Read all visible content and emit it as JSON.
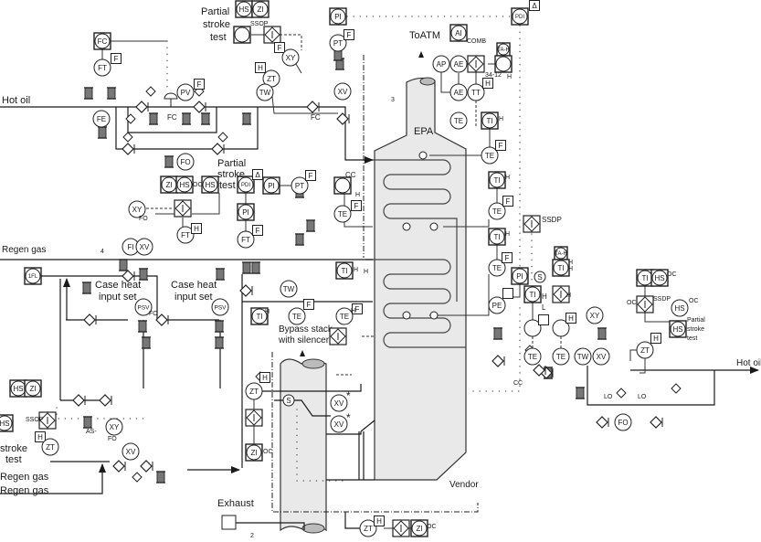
{
  "diagram": {
    "vessel_label": "EPA",
    "vendor_label": "Vendor",
    "stack_label_line1": "Bypass stack",
    "stack_label_line2": "with silencer",
    "colors": {
      "line": "#1a1a1a",
      "vessel_fill": "#e9e9e9",
      "valve_fill": "#777777"
    }
  },
  "labels": [
    "Hot oil",
    "Regen gas",
    "Partial",
    "stroke",
    "test",
    "SSOP",
    "FC",
    "FC",
    "Partial",
    "stroke",
    "test",
    "OC",
    "ToATM",
    "COMB",
    "34-12",
    "CC",
    "H",
    "SSDP",
    "H",
    "H",
    "H",
    "H",
    "H",
    "L",
    "H",
    "OC",
    "SSDP",
    "OC",
    "Partial",
    "stroke",
    "test",
    "Hot oil",
    "LO",
    "LO",
    "CC",
    "Case heat",
    "input set",
    "Case heat",
    "input set",
    "SSOP",
    "stroke",
    "test",
    "Regen gas",
    "Regen gas",
    "AS-",
    "FO",
    "FO",
    "FO",
    "H",
    "H",
    "Exhaust",
    "OC",
    "OC",
    "*",
    "*",
    "H",
    "H",
    "4",
    "3",
    "2",
    "H",
    "H",
    "OC"
  ],
  "instruments": [
    {
      "tag": "FC",
      "kind": "panel"
    },
    {
      "tag": "FT",
      "kind": "field"
    },
    {
      "tag": "F",
      "kind": "box"
    },
    {
      "tag": "FE",
      "kind": "field"
    },
    {
      "tag": "PV",
      "kind": "field"
    },
    {
      "tag": "F",
      "kind": "box"
    },
    {
      "tag": "FO",
      "kind": "field"
    },
    {
      "tag": "HS",
      "kind": "panel"
    },
    {
      "tag": "ZI",
      "kind": "panel"
    },
    {
      "tag": "",
      "kind": "panel"
    },
    {
      "tag": "",
      "kind": "interlock"
    },
    {
      "tag": "F",
      "kind": "box"
    },
    {
      "tag": "XY",
      "kind": "field"
    },
    {
      "tag": "H",
      "kind": "box"
    },
    {
      "tag": "ZT",
      "kind": "field"
    },
    {
      "tag": "TW",
      "kind": "field"
    },
    {
      "tag": "XV",
      "kind": "field"
    },
    {
      "tag": "PI",
      "kind": "panel"
    },
    {
      "tag": "PT",
      "kind": "field"
    },
    {
      "tag": "F",
      "kind": "box"
    },
    {
      "tag": "ZI",
      "kind": "panel"
    },
    {
      "tag": "HS",
      "kind": "panel"
    },
    {
      "tag": "HS",
      "kind": "panel"
    },
    {
      "tag": "XY",
      "kind": "field"
    },
    {
      "tag": "",
      "kind": "interlock"
    },
    {
      "tag": "FT",
      "kind": "field"
    },
    {
      "tag": "H",
      "kind": "box"
    },
    {
      "tag": "FI",
      "kind": "field"
    },
    {
      "tag": "XV",
      "kind": "field"
    },
    {
      "tag": "PDI",
      "kind": "panel"
    },
    {
      "tag": "Δ",
      "kind": "box"
    },
    {
      "tag": "PI",
      "kind": "panel"
    },
    {
      "tag": "PT",
      "kind": "field"
    },
    {
      "tag": "F",
      "kind": "box"
    },
    {
      "tag": "PI",
      "kind": "panel"
    },
    {
      "tag": "FT",
      "kind": "field"
    },
    {
      "tag": "F",
      "kind": "box"
    },
    {
      "tag": "",
      "kind": "panel"
    },
    {
      "tag": "TE",
      "kind": "field"
    },
    {
      "tag": "F",
      "kind": "box"
    },
    {
      "tag": "AI",
      "kind": "panel"
    },
    {
      "tag": "AP",
      "kind": "field"
    },
    {
      "tag": "AE",
      "kind": "field"
    },
    {
      "tag": "",
      "kind": "interlock"
    },
    {
      "tag": "TA-H",
      "kind": "panel"
    },
    {
      "tag": "",
      "kind": "panel"
    },
    {
      "tag": "AE",
      "kind": "field"
    },
    {
      "tag": "TT",
      "kind": "field"
    },
    {
      "tag": "H",
      "kind": "box"
    },
    {
      "tag": "TE",
      "kind": "field"
    },
    {
      "tag": "TI",
      "kind": "panel"
    },
    {
      "tag": "TE",
      "kind": "field"
    },
    {
      "tag": "F",
      "kind": "box"
    },
    {
      "tag": "TI",
      "kind": "panel"
    },
    {
      "tag": "TE",
      "kind": "field"
    },
    {
      "tag": "F",
      "kind": "box"
    },
    {
      "tag": "TI",
      "kind": "panel"
    },
    {
      "tag": "TE",
      "kind": "field"
    },
    {
      "tag": "F",
      "kind": "box"
    },
    {
      "tag": "PDI",
      "kind": "panel"
    },
    {
      "tag": "Δ",
      "kind": "box"
    },
    {
      "tag": "",
      "kind": "interlock"
    },
    {
      "tag": "TA-H",
      "kind": "panel"
    },
    {
      "tag": "TI",
      "kind": "panel"
    },
    {
      "tag": "PI",
      "kind": "panel"
    },
    {
      "tag": "S",
      "kind": "field"
    },
    {
      "tag": "TI",
      "kind": "panel"
    },
    {
      "tag": "",
      "kind": "box"
    },
    {
      "tag": "PE",
      "kind": "field"
    },
    {
      "tag": "",
      "kind": "field"
    },
    {
      "tag": "",
      "kind": "box"
    },
    {
      "tag": "TE",
      "kind": "field"
    },
    {
      "tag": "",
      "kind": "interlock"
    },
    {
      "tag": "",
      "kind": "field"
    },
    {
      "tag": "H",
      "kind": "box"
    },
    {
      "tag": "TE",
      "kind": "field"
    },
    {
      "tag": "TW",
      "kind": "field"
    },
    {
      "tag": "XY",
      "kind": "field"
    },
    {
      "tag": "XV",
      "kind": "field"
    },
    {
      "tag": "ZT",
      "kind": "field"
    },
    {
      "tag": "H",
      "kind": "box"
    },
    {
      "tag": "TI",
      "kind": "panel"
    },
    {
      "tag": "HS",
      "kind": "panel"
    },
    {
      "tag": "",
      "kind": "interlock"
    },
    {
      "tag": "HS",
      "kind": "field"
    },
    {
      "tag": "HS",
      "kind": "panel"
    },
    {
      "tag": "FO",
      "kind": "field"
    },
    {
      "tag": "1FL",
      "kind": "panel"
    },
    {
      "tag": "PSV",
      "kind": "field"
    },
    {
      "tag": "PSV",
      "kind": "field"
    },
    {
      "tag": "HS",
      "kind": "panel"
    },
    {
      "tag": "ZI",
      "kind": "panel"
    },
    {
      "tag": "HS",
      "kind": "panel"
    },
    {
      "tag": "",
      "kind": "interlock"
    },
    {
      "tag": "H",
      "kind": "box"
    },
    {
      "tag": "ZT",
      "kind": "field"
    },
    {
      "tag": "XY",
      "kind": "field"
    },
    {
      "tag": "XV",
      "kind": "field"
    },
    {
      "tag": "TW",
      "kind": "field"
    },
    {
      "tag": "TI",
      "kind": "panel"
    },
    {
      "tag": "TE",
      "kind": "field"
    },
    {
      "tag": "F",
      "kind": "box"
    },
    {
      "tag": "TI",
      "kind": "panel"
    },
    {
      "tag": "TE",
      "kind": "field"
    },
    {
      "tag": "F",
      "kind": "box"
    },
    {
      "tag": "",
      "kind": "interlock"
    },
    {
      "tag": "H",
      "kind": "box"
    },
    {
      "tag": "ZT",
      "kind": "field"
    },
    {
      "tag": "",
      "kind": "interlock"
    },
    {
      "tag": "ZI",
      "kind": "panel"
    },
    {
      "tag": "S",
      "kind": "field"
    },
    {
      "tag": "XV",
      "kind": "field"
    },
    {
      "tag": "XV",
      "kind": "field"
    },
    {
      "tag": "ZT",
      "kind": "field"
    },
    {
      "tag": "H",
      "kind": "box"
    },
    {
      "tag": "",
      "kind": "interlock"
    },
    {
      "tag": "ZI",
      "kind": "panel"
    }
  ]
}
